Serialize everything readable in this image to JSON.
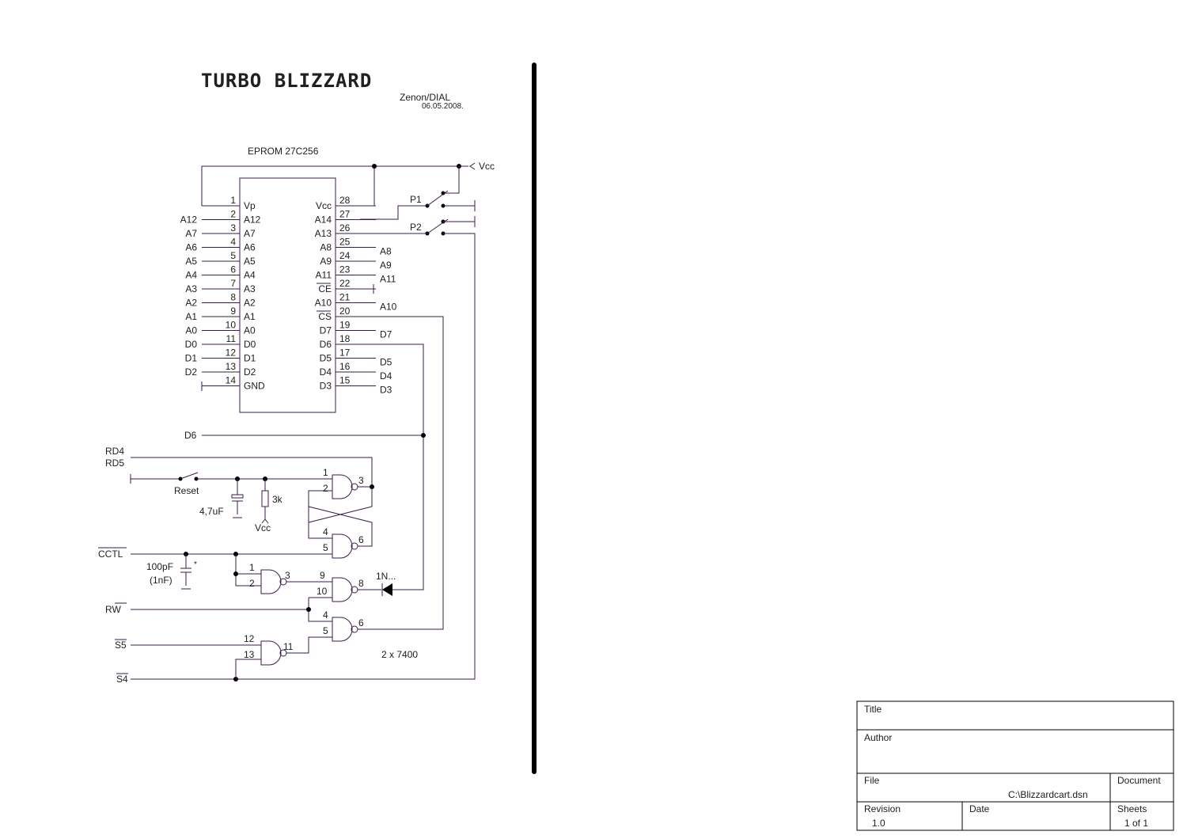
{
  "header": {
    "title": "TURBO BLIZZARD",
    "author": "Zenon/DIAL",
    "date": "06.05.2008."
  },
  "eprom": {
    "label": "EPROM 27C256",
    "left_pins": [
      {
        "num": "1",
        "name": "Vp",
        "net": ""
      },
      {
        "num": "2",
        "name": "A12",
        "net": "A12"
      },
      {
        "num": "3",
        "name": "A7",
        "net": "A7"
      },
      {
        "num": "4",
        "name": "A6",
        "net": "A6"
      },
      {
        "num": "5",
        "name": "A5",
        "net": "A5"
      },
      {
        "num": "6",
        "name": "A4",
        "net": "A4"
      },
      {
        "num": "7",
        "name": "A3",
        "net": "A3"
      },
      {
        "num": "8",
        "name": "A2",
        "net": "A2"
      },
      {
        "num": "9",
        "name": "A1",
        "net": "A1"
      },
      {
        "num": "10",
        "name": "A0",
        "net": "A0"
      },
      {
        "num": "11",
        "name": "D0",
        "net": "D0"
      },
      {
        "num": "12",
        "name": "D1",
        "net": "D1"
      },
      {
        "num": "13",
        "name": "D2",
        "net": "D2"
      },
      {
        "num": "14",
        "name": "GND",
        "net": ""
      }
    ],
    "right_pins": [
      {
        "num": "28",
        "name": "Vcc",
        "net": ""
      },
      {
        "num": "27",
        "name": "A14",
        "net": ""
      },
      {
        "num": "26",
        "name": "A13",
        "net": ""
      },
      {
        "num": "25",
        "name": "A8",
        "net": "A8"
      },
      {
        "num": "24",
        "name": "A9",
        "net": "A9"
      },
      {
        "num": "23",
        "name": "A11",
        "net": "A11"
      },
      {
        "num": "22",
        "name": "CE",
        "net": ""
      },
      {
        "num": "21",
        "name": "A10",
        "net": "A10"
      },
      {
        "num": "20",
        "name": "CS",
        "net": ""
      },
      {
        "num": "19",
        "name": "D7",
        "net": "D7"
      },
      {
        "num": "18",
        "name": "D6",
        "net": ""
      },
      {
        "num": "17",
        "name": "D5",
        "net": "D5"
      },
      {
        "num": "16",
        "name": "D4",
        "net": "D4"
      },
      {
        "num": "15",
        "name": "D3",
        "net": "D3"
      }
    ]
  },
  "labels": {
    "vcc": "Vcc",
    "vcc2": "Vcc",
    "p1": "P1",
    "p2": "P2",
    "d6": "D6",
    "rd4": "RD4",
    "rd5": "RD5",
    "reset": "Reset",
    "cap1": "4,7uF",
    "res1": "3k",
    "cctl": "CCTL",
    "cap2a": "100pF",
    "cap2b": "(1nF)",
    "star": "*",
    "rw": "RW",
    "s5": "S5",
    "s4": "S4",
    "diode": "1N...",
    "chip": "2 x 7400"
  },
  "gate_pins": {
    "g1_in1": "1",
    "g1_in2": "2",
    "g1_out": "3",
    "g2_in1": "4",
    "g2_in2": "5",
    "g2_out": "6",
    "g3_in1": "1",
    "g3_in2": "2",
    "g3_out": "3",
    "g4_in1": "9",
    "g4_in2": "10",
    "g4_out": "8",
    "g5_in1": "4",
    "g5_in2": "5",
    "g5_out": "6",
    "g6_in1": "12",
    "g6_in2": "13",
    "g6_out": "11"
  },
  "titleblock": {
    "title_label": "Title",
    "author_label": "Author",
    "file_label": "File",
    "file_value": "C:\\Blizzardcart.dsn",
    "document_label": "Document",
    "revision_label": "Revision",
    "revision_value": "1.0",
    "date_label": "Date",
    "sheets_label": "Sheets",
    "sheets_value": "1 of 1"
  }
}
